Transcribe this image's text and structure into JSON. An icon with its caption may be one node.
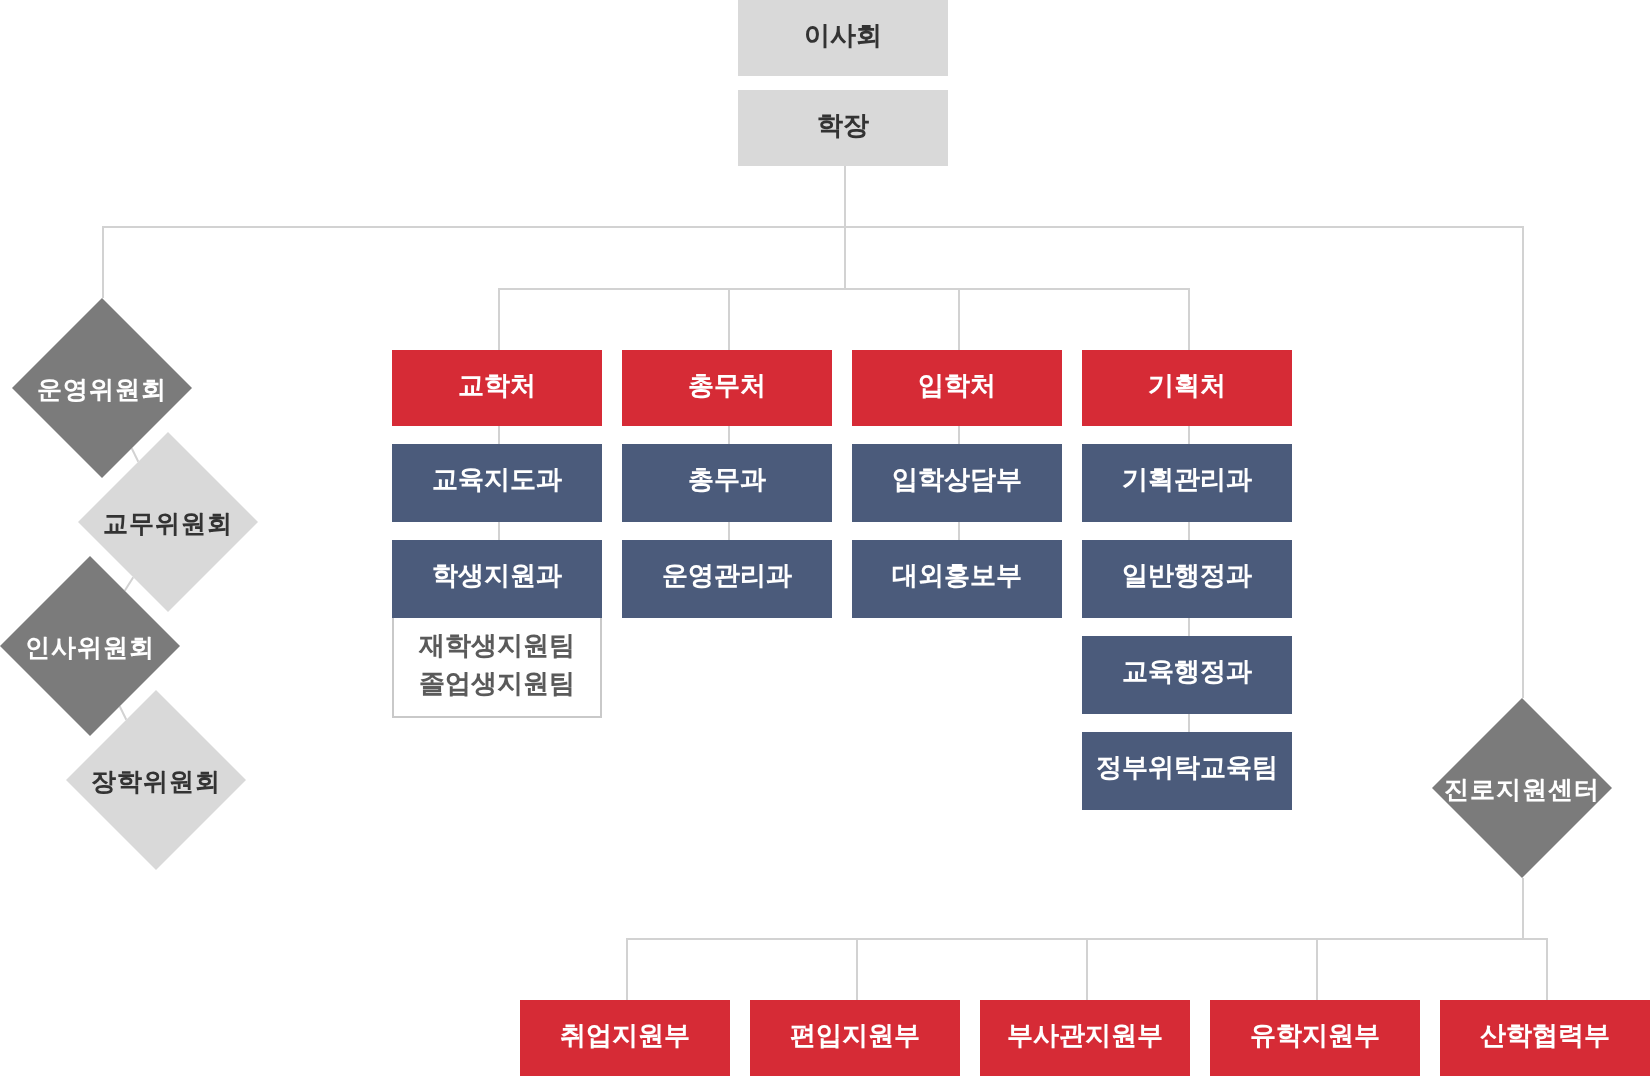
{
  "diagram": {
    "nodes": [
      {
        "text": [
          "이사회"
        ]
      },
      {
        "text": [
          "학장"
        ]
      },
      {
        "text": [
          "운영위원회"
        ]
      },
      {
        "text": [
          "교무위원회"
        ]
      },
      {
        "text": [
          "인사위원회"
        ]
      },
      {
        "text": [
          "장학위원회"
        ]
      },
      {
        "text": [
          "교학처"
        ]
      },
      {
        "text": [
          "총무처"
        ]
      },
      {
        "text": [
          "입학처"
        ]
      },
      {
        "text": [
          "기획처"
        ]
      },
      {
        "text": [
          "교육지도과"
        ]
      },
      {
        "text": [
          "총무과"
        ]
      },
      {
        "text": [
          "입학상담부"
        ]
      },
      {
        "text": [
          "기획관리과"
        ]
      },
      {
        "text": [
          "학생지원과"
        ]
      },
      {
        "text": [
          "운영관리과"
        ]
      },
      {
        "text": [
          "대외홍보부"
        ]
      },
      {
        "text": [
          "일반행정과"
        ]
      },
      {
        "text": [
          "재학생지원팀",
          "졸업생지원팀"
        ]
      },
      {
        "text": [
          "교육행정과"
        ]
      },
      {
        "text": [
          "정부위탁교육팀"
        ]
      },
      {
        "text": [
          "진로지원센터"
        ]
      },
      {
        "text": [
          "취업지원부"
        ]
      },
      {
        "text": [
          "편입지원부"
        ]
      },
      {
        "text": [
          "부사관지원부"
        ]
      },
      {
        "text": [
          "유학지원부"
        ]
      },
      {
        "text": [
          "산학협력부"
        ]
      }
    ],
    "edges": [
      {
        "from": 1,
        "to": 2,
        "arrow": "none"
      },
      {
        "from": 1,
        "to": 6,
        "arrow": "none"
      },
      {
        "from": 1,
        "to": 7,
        "arrow": "none"
      },
      {
        "from": 1,
        "to": 8,
        "arrow": "none"
      },
      {
        "from": 1,
        "to": 9,
        "arrow": "none"
      },
      {
        "from": 1,
        "to": 21,
        "arrow": "none"
      },
      {
        "from": 2,
        "to": 3,
        "arrow": "none"
      },
      {
        "from": 3,
        "to": 4,
        "arrow": "none"
      },
      {
        "from": 4,
        "to": 5,
        "arrow": "none"
      },
      {
        "from": 6,
        "to": 10,
        "arrow": "none"
      },
      {
        "from": 10,
        "to": 14,
        "arrow": "none"
      },
      {
        "from": 7,
        "to": 11,
        "arrow": "none"
      },
      {
        "from": 11,
        "to": 15,
        "arrow": "none"
      },
      {
        "from": 8,
        "to": 12,
        "arrow": "none"
      },
      {
        "from": 12,
        "to": 16,
        "arrow": "none"
      },
      {
        "from": 9,
        "to": 13,
        "arrow": "none"
      },
      {
        "from": 13,
        "to": 17,
        "arrow": "none"
      },
      {
        "from": 17,
        "to": 19,
        "arrow": "none"
      },
      {
        "from": 19,
        "to": 20,
        "arrow": "none"
      },
      {
        "from": 21,
        "to": 22,
        "arrow": "none"
      },
      {
        "from": 21,
        "to": 23,
        "arrow": "none"
      },
      {
        "from": 21,
        "to": 24,
        "arrow": "none"
      },
      {
        "from": 21,
        "to": 25,
        "arrow": "none"
      },
      {
        "from": 21,
        "to": 26,
        "arrow": "none"
      }
    ]
  }
}
